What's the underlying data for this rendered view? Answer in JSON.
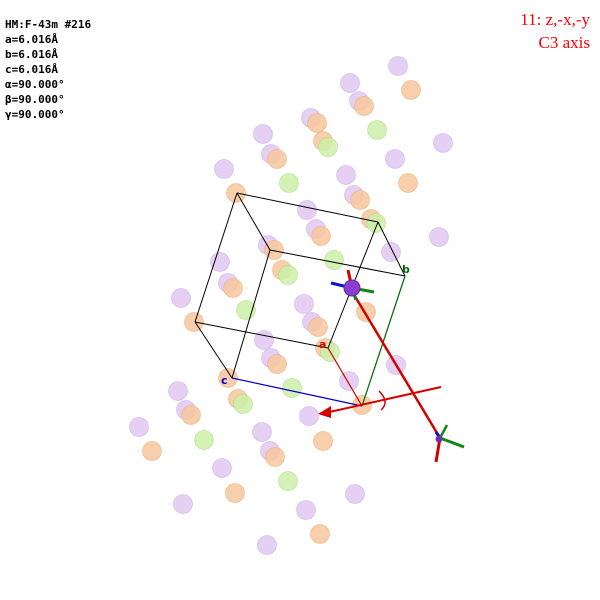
{
  "cell_info": [
    "HM:F-43m #216",
    "a=6.016Å",
    "b=6.016Å",
    "c=6.016Å",
    "α=90.000°",
    "β=90.000°",
    "γ=90.000°"
  ],
  "symmetry": {
    "operation": "11: z,-x,-y",
    "element": "C3 axis",
    "color": "#ff0000"
  },
  "axis_labels": {
    "a": "a",
    "b": "b",
    "c": "c"
  },
  "colors": {
    "background": "#ffffff",
    "axis_a": "#cc0000",
    "axis_b": "#006600",
    "axis_c": "#0000cc",
    "atom_lilac": "#e1c8f2",
    "atom_peach": "#f7c79b",
    "atom_green": "#cdf0a8",
    "highlight_atom": "#8b3fd1"
  }
}
